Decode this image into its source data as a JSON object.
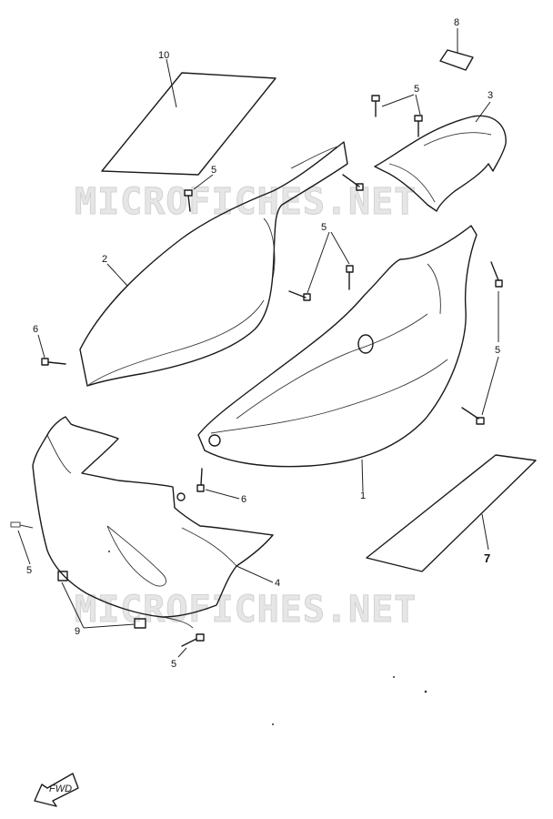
{
  "watermarks": [
    "MICROFICHES.NET",
    "MICROFICHES.NET"
  ],
  "callouts": {
    "c1": "1",
    "c2": "2",
    "c3": "3",
    "c4": "4",
    "c5a": "5",
    "c5b": "5",
    "c5c": "5",
    "c5d": "5",
    "c5e": "5",
    "c5f": "5",
    "c6a": "6",
    "c6b": "6",
    "c7": "7",
    "c8": "8",
    "c9": "9",
    "c10": "10"
  },
  "fwd_label": "FWD"
}
